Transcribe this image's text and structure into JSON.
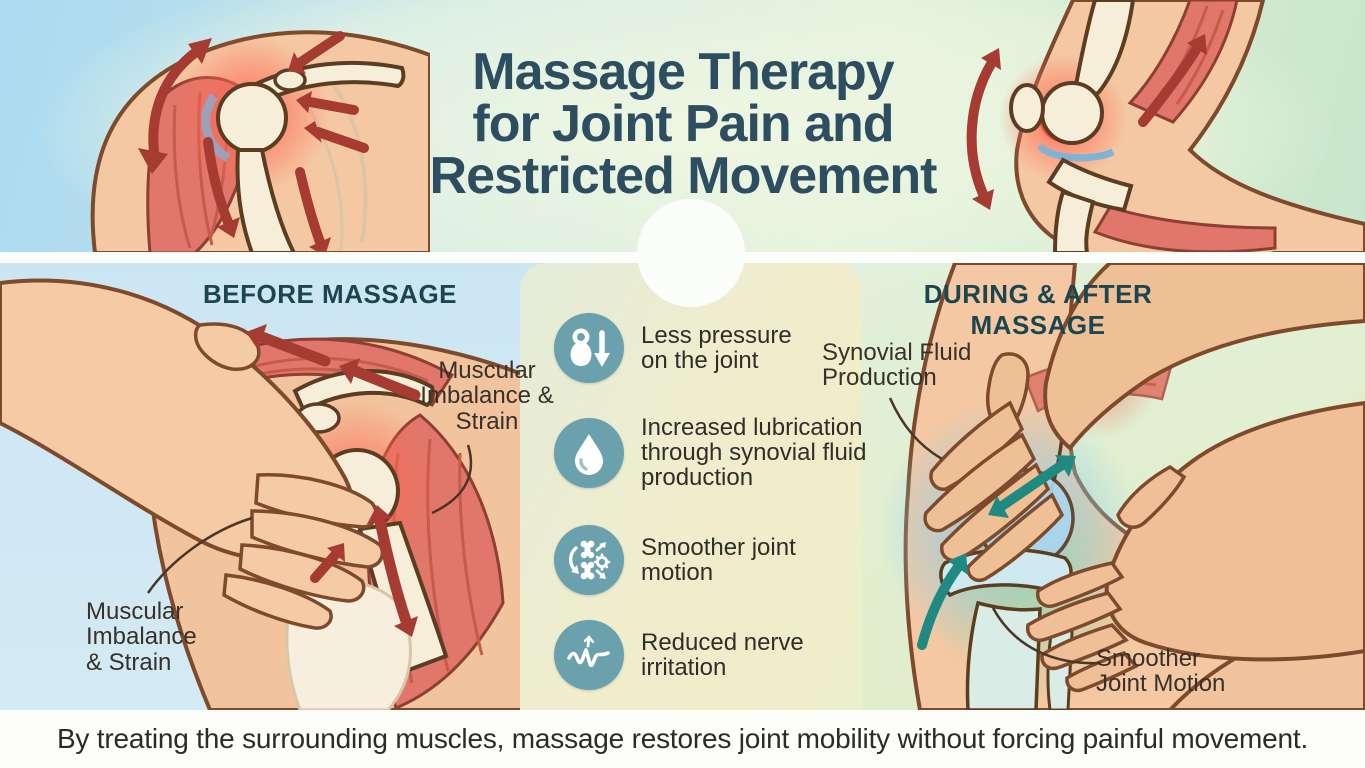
{
  "title": {
    "lines": [
      "Massage Therapy",
      "for Joint Pain and",
      "Restricted Movement"
    ],
    "full_text": "Massage Therapy for Joint Pain and Restricted Movement"
  },
  "sections": {
    "before": {
      "heading": "BEFORE MASSAGE",
      "label_top": "Muscular Imbalance & Strain",
      "label_bottom": "Muscular Imbalance & Strain"
    },
    "after": {
      "heading": "DURING & AFTER MASSAGE",
      "label_top": "Synovial Fluid Production",
      "label_bottom": "Smoother Joint Motion"
    }
  },
  "benefits": [
    {
      "icon": "weight-down-icon",
      "text": "Less pressure on the joint"
    },
    {
      "icon": "droplet-icon",
      "text": "Increased lubrication through synovial fluid production"
    },
    {
      "icon": "joint-motion-icon",
      "text": "Smoother joint motion"
    },
    {
      "icon": "nerve-pulse-icon",
      "text": "Reduced nerve irritation"
    }
  ],
  "footer": "By treating the surrounding muscles, massage restores joint mobility without forcing painful movement.",
  "colors": {
    "title_text": "#2d4d60",
    "heading_text": "#1b4650",
    "icon_circle": "#6ba1ac",
    "pain_red": "#f44336",
    "arrow_red": "#a63b32",
    "relief_teal": "#1f8a82",
    "skin": "#f4c8a3",
    "bone": "#f6eed8",
    "synovial_blue": "#8ecde9",
    "body_text": "#2f2f2a"
  }
}
